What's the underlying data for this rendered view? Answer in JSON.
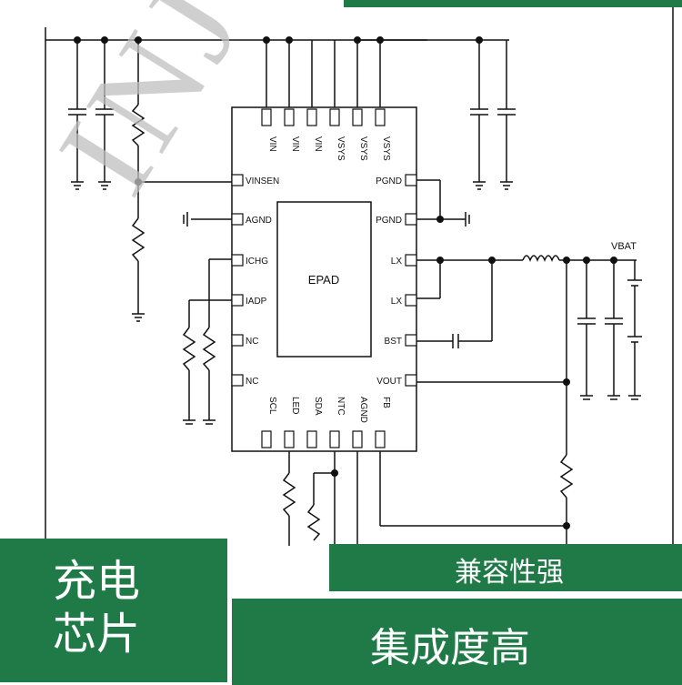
{
  "watermark": "INJOL",
  "ic": {
    "center_label": "EPAD",
    "top_pins": [
      "VIN",
      "VIN",
      "VIN",
      "VSYS",
      "VSYS",
      "VSYS"
    ],
    "left_pins": [
      "VINSEN",
      "AGND",
      "ICHG",
      "IADP",
      "NC",
      "NC"
    ],
    "right_pins": [
      "PGND",
      "PGND",
      "LX",
      "LX",
      "BST",
      "VOUT"
    ],
    "bottom_pins": [
      "SCL",
      "LED",
      "SDA",
      "NTC",
      "AGND",
      "FB"
    ]
  },
  "net_labels": {
    "vbat": "VBAT"
  },
  "banners": {
    "left": "充电芯片",
    "right_top": "兼容性强",
    "right_bottom": "集成度高"
  },
  "colors": {
    "banner_green": "#1f7a47",
    "line": "#111111",
    "watermark": "#bfbfbf"
  }
}
